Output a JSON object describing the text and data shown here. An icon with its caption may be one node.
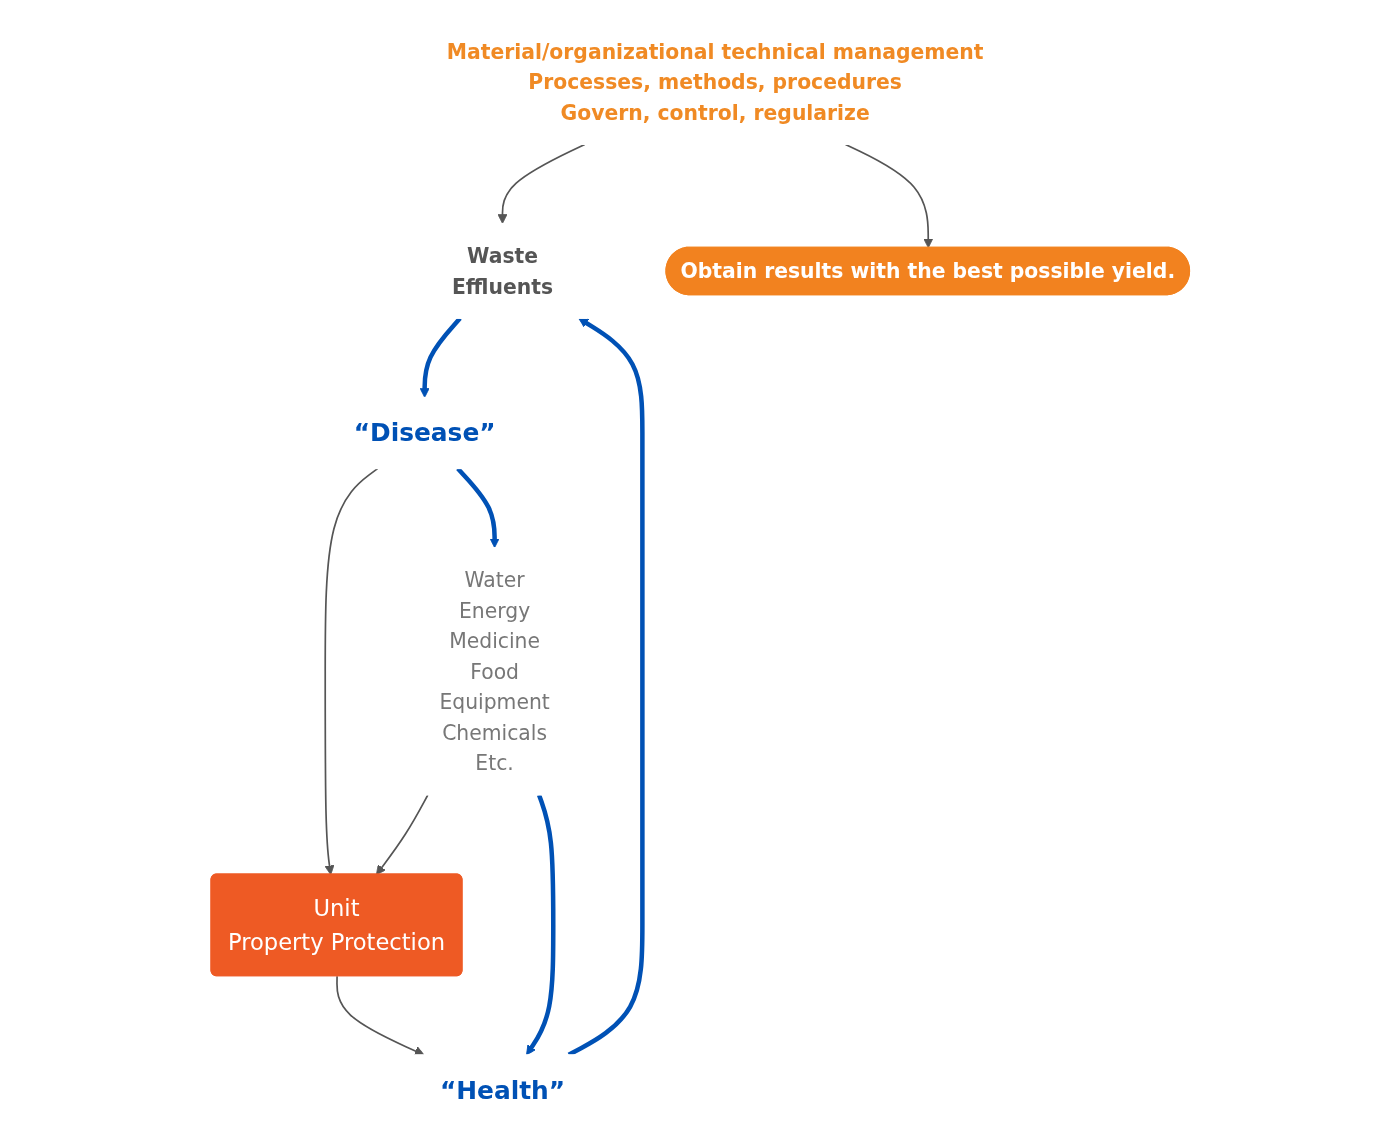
{
  "diagram": {
    "nodes": [
      {
        "text": [
          "“Disease”"
        ]
      },
      {
        "text": [
          "Unit",
          "Property Protection"
        ]
      },
      {
        "text": [
          "“Health”"
        ]
      },
      {
        "text": [
          "Water",
          "Energy",
          "Medicine",
          "Food",
          "Equipment",
          "Chemicals",
          "Etc."
        ]
      },
      {
        "text": [
          "Material/organizational technical management",
          "Processes, methods, procedures",
          "Govern, control, regularize"
        ]
      },
      {
        "text": [
          "Waste",
          "Effluents"
        ]
      },
      {
        "text": [
          "Obtain results with the best possible yield."
        ]
      }
    ],
    "edges": [
      {
        "from": 3,
        "to": 1,
        "arrow": "to"
      },
      {
        "from": 0,
        "to": 1,
        "arrow": "to"
      },
      {
        "from": 1,
        "to": 2,
        "arrow": "to"
      },
      {
        "from": 4,
        "to": 5,
        "arrow": "to"
      },
      {
        "from": 4,
        "to": 6,
        "arrow": "to"
      },
      {
        "from": 0,
        "to": 3,
        "arrow": "to",
        "style": "thick",
        "color": "#0051b5"
      },
      {
        "from": 3,
        "to": 2,
        "arrow": "to",
        "style": "thick",
        "color": "#0051b5"
      },
      {
        "from": 2,
        "to": 5,
        "arrow": "to",
        "style": "thick",
        "color": "#0051b5"
      },
      {
        "from": 5,
        "to": 0,
        "arrow": "to",
        "style": "thick",
        "color": "#0051b5"
      }
    ]
  }
}
